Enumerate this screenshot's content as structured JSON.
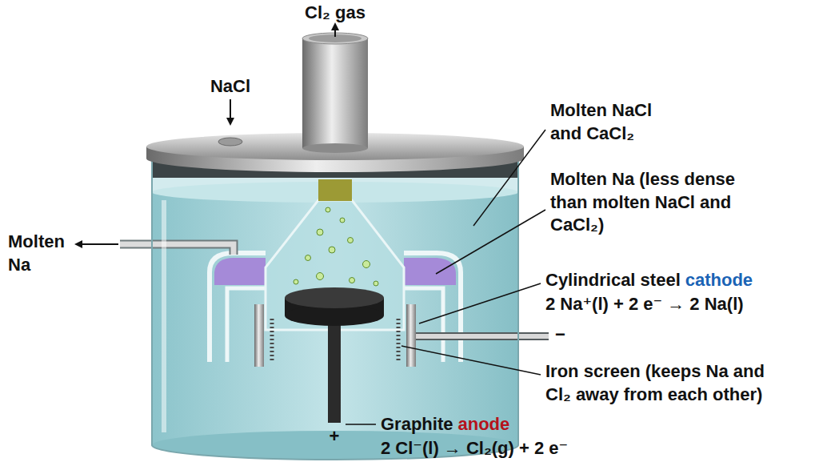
{
  "diagram": {
    "labels": [
      "Cl₂ gas",
      "NaCl",
      "Molten Na",
      "Molten NaCl and CaCl₂",
      "Molten Na (less dense than molten NaCl and CaCl₂)",
      "Cylindrical steel",
      "cathode",
      "2 Na⁺(l) + 2 e⁻ → 2 Na(l)",
      "−",
      "Iron screen (keeps Na and Cl₂ away from each other)",
      "+",
      "Graphite",
      "anode",
      "2 Cl⁻(l) → Cl₂(g) + 2 e⁻"
    ]
  }
}
